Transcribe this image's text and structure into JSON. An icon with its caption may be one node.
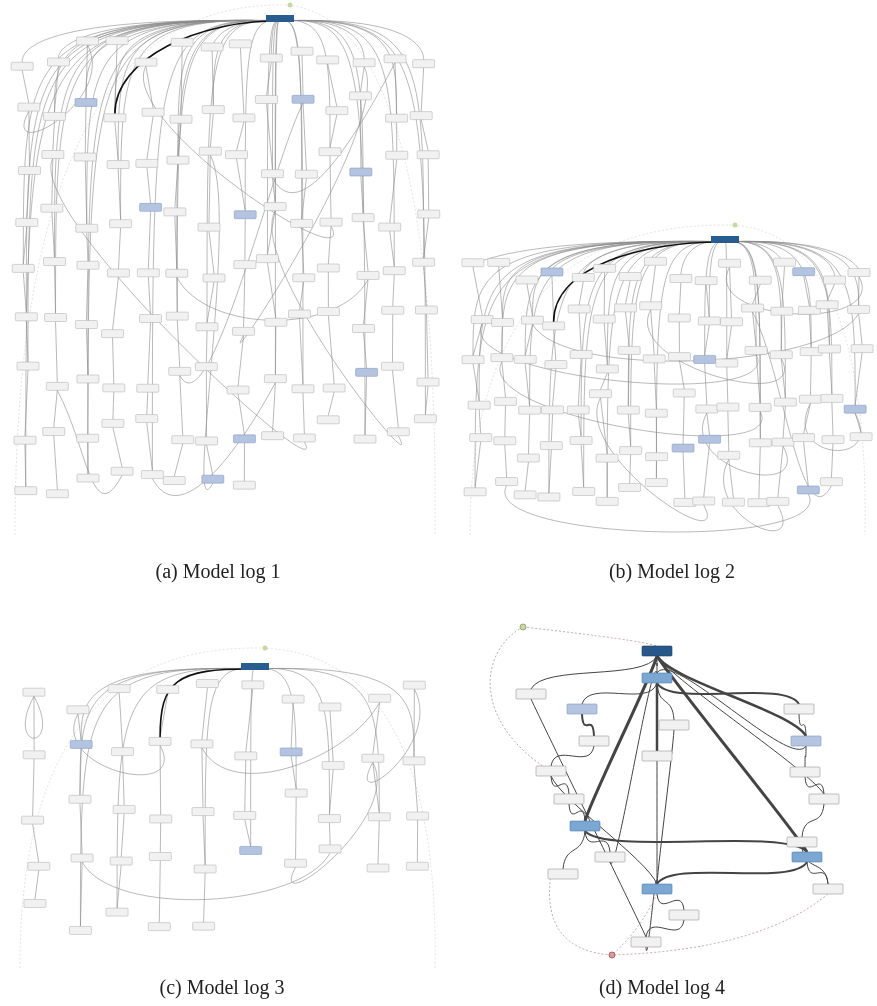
{
  "diagram": {
    "labels": [
      "(a) Model log 1",
      "(b) Model log 2",
      "(c) Model log 3",
      "(d) Model log 4"
    ]
  }
}
